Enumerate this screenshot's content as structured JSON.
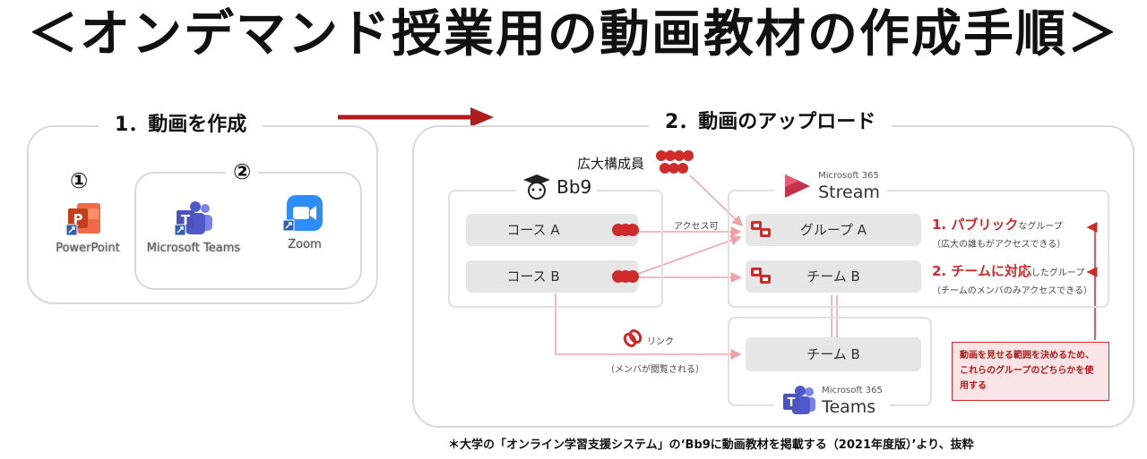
{
  "title": "＜オンデマンド授業用の動画教材の作成手順＞",
  "step1": {
    "label": "1．動画を作成",
    "circle1": "①",
    "circle2": "②",
    "apps": [
      {
        "name": "PowerPoint",
        "icon": "powerpoint-icon",
        "color": "#d24726"
      },
      {
        "name": "Microsoft Teams",
        "icon": "teams-icon",
        "color": "#5059c9"
      },
      {
        "name": "Zoom",
        "icon": "zoom-icon",
        "color": "#2d8cff"
      }
    ]
  },
  "step2": {
    "label": "2．動画のアップロード",
    "members_label": "広大構成員",
    "bb9_label": "Bb9",
    "stream_brand": "Microsoft 365",
    "stream_name": "Stream",
    "teams_brand": "Microsoft 365",
    "teams_name": "Teams",
    "courses": [
      "コース A",
      "コース B"
    ],
    "stream_groups": [
      "グループ A",
      "チーム B"
    ],
    "teams_group": "チーム B",
    "access_label": "アクセス可",
    "link_label": "リンク",
    "link_note": "（メンバが閲覧される）",
    "public_title": "1. パブリック",
    "public_suffix": "なグループ",
    "public_note": "（広大の誰もがアクセスできる）",
    "team_title": "2. チームに対応",
    "team_suffix": "したグループ",
    "team_note": "（チームのメンバのみアクセスできる）",
    "callout": "動画を見せる範囲を決めるため、これらのグループのどちらかを使用する"
  },
  "footer": "＊大学の「オンライン学習支援システム」の‘Bb9に動画教材を掲載する（2021年度版）’より、抜粋",
  "colors": {
    "accent_red": "#d02b2b",
    "arrow_dark_red": "#b01c1c",
    "pink_line": "#f0a0a8",
    "stream_red": "#c4314b"
  }
}
